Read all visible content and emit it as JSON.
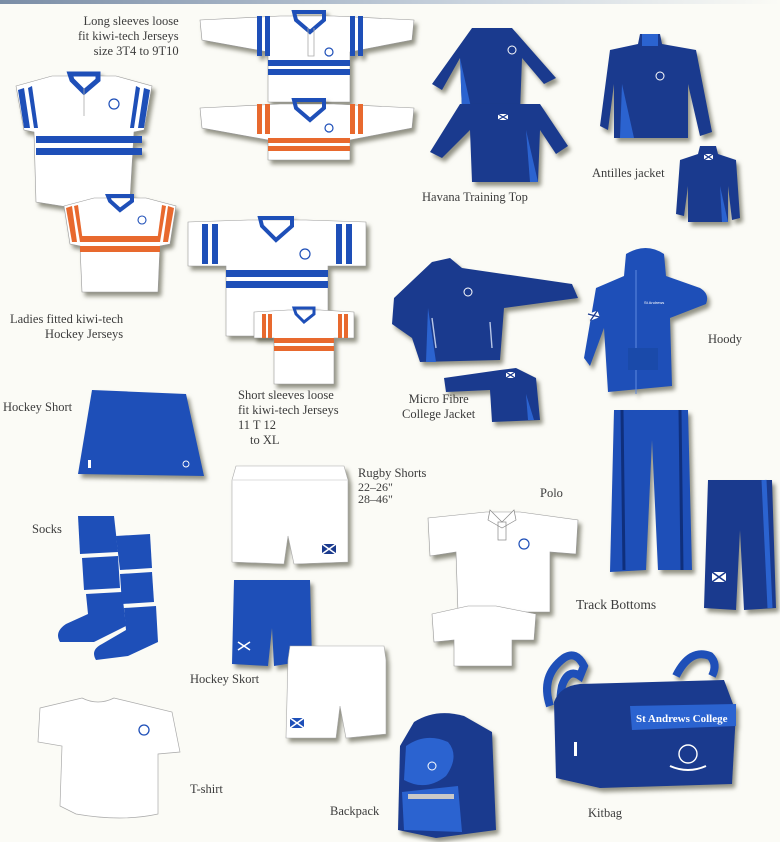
{
  "colors": {
    "royal_blue": "#1e4fb8",
    "navy": "#1a3a8e",
    "bright_blue": "#2b63d0",
    "orange": "#e8692e",
    "white": "#ffffff",
    "background": "#fbfbf6"
  },
  "labels": {
    "long_sleeves": [
      "Long sleeves loose",
      "fit kiwi-tech Jerseys",
      "size 3T4  to 9T10"
    ],
    "ladies": [
      "Ladies fitted kiwi-tech",
      "Hockey Jerseys"
    ],
    "short_sleeves": [
      "Short sleeves loose",
      "fit kiwi-tech Jerseys",
      "11 T 12",
      "to XL"
    ],
    "havana": "Havana Training Top",
    "antilles": "Antilles jacket",
    "micro_fibre": [
      "Micro Fibre",
      "College Jacket"
    ],
    "hoody": "Hoody",
    "hockey_short": "Hockey Short",
    "rugby_shorts": [
      "Rugby Shorts",
      "22–26\"",
      "28–46\""
    ],
    "polo": "Polo",
    "socks": "Socks",
    "track_bottoms": "Track Bottoms",
    "hockey_skort": "Hockey Skort",
    "tshirt": "T-shirt",
    "backpack": "Backpack",
    "kitbag": "Kitbag"
  },
  "kitbag_text": "St Andrews College",
  "icons": {
    "crest": "college-crest-icon",
    "saltire": "saltire-flag-icon",
    "brand": "brand-logo-icon"
  }
}
